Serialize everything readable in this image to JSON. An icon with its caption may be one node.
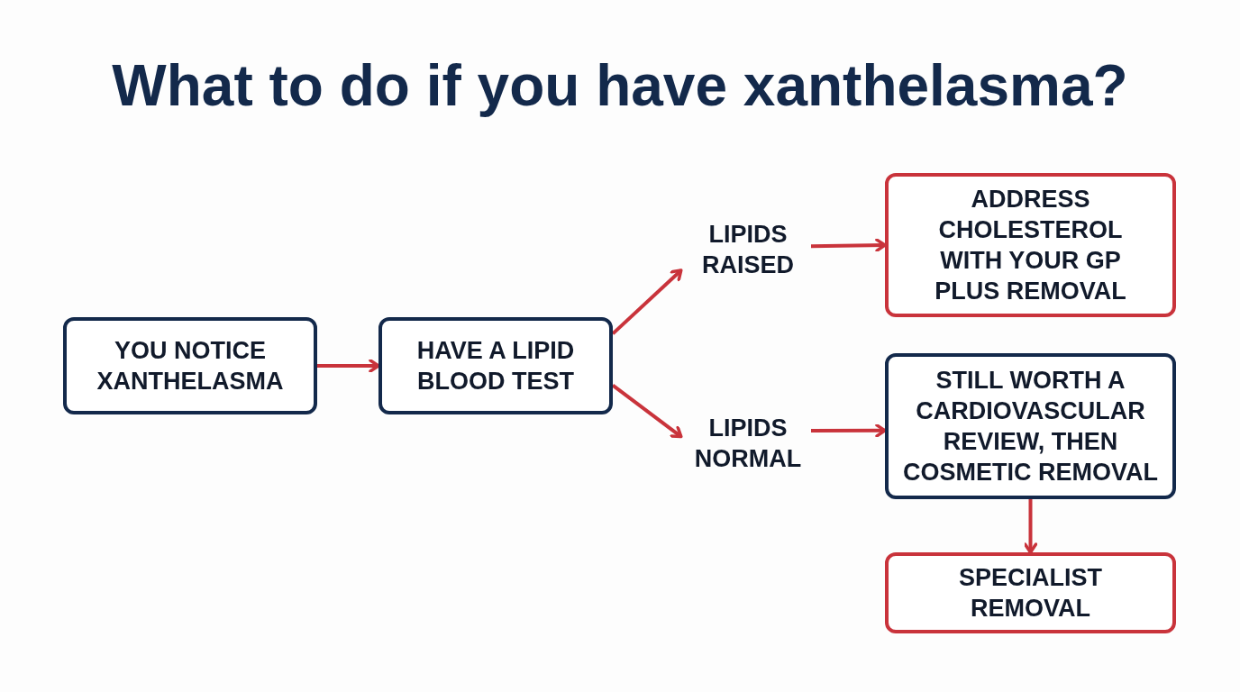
{
  "diagram": {
    "title": "What to do if you have xanthelasma?",
    "nodes": [
      {
        "text": [
          "YOU NOTICE XANTHELASMA"
        ]
      },
      {
        "text": [
          "HAVE A LIPID BLOOD TEST"
        ]
      },
      {
        "text": [
          "LIPIDS RAISED"
        ]
      },
      {
        "text": [
          "LIPIDS NORMAL"
        ]
      },
      {
        "text": [
          "ADDRESS CHOLESTEROL WITH YOUR GP PLUS REMOVAL"
        ]
      },
      {
        "text": [
          "STILL WORTH A CARDIOVASCULAR REVIEW, THEN COSMETIC REMOVAL"
        ]
      },
      {
        "text": [
          "SPECIALIST REMOVAL"
        ]
      }
    ],
    "edges": [
      {
        "from": 0,
        "to": 1,
        "arrow": "to"
      },
      {
        "from": 1,
        "to": 2,
        "arrow": "to"
      },
      {
        "from": 1,
        "to": 3,
        "arrow": "to"
      },
      {
        "from": 2,
        "to": 4,
        "arrow": "to"
      },
      {
        "from": 3,
        "to": 5,
        "arrow": "to"
      },
      {
        "from": 5,
        "to": 6,
        "arrow": "to"
      }
    ]
  }
}
